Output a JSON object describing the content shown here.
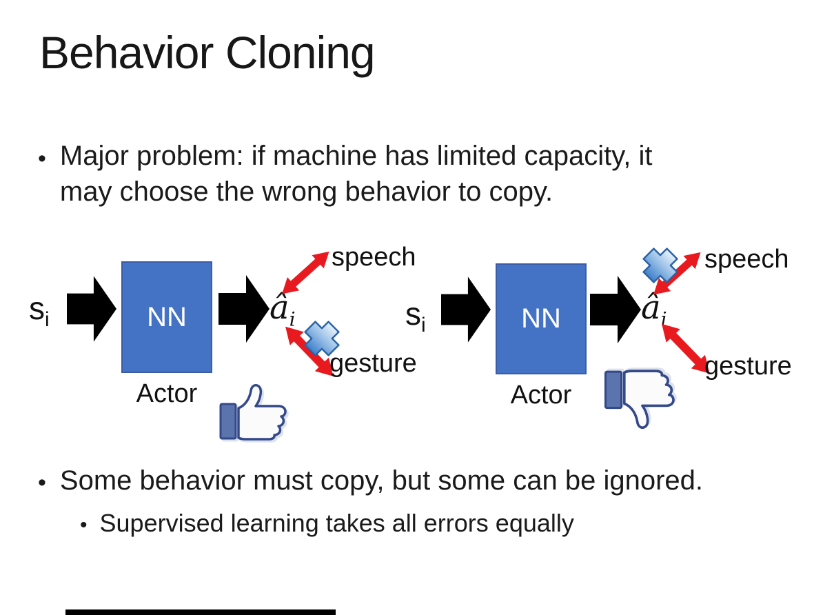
{
  "slide_title": "Behavior Cloning",
  "bullets": {
    "major_problem_line1": "Major problem: if machine has limited capacity, it",
    "major_problem_line2": "may choose the wrong behavior to copy.",
    "some_behavior": "Some behavior must copy, but some can be ignored.",
    "supervised": "Supervised learning takes all errors equally"
  },
  "diagram_left": {
    "state_label": "s",
    "state_subscript": "i",
    "nn_label": "NN",
    "action_label": "â",
    "action_subscript": "i",
    "actor_label": "Actor",
    "speech_label": "speech",
    "gesture_label": "gesture",
    "crossed_out_action": "gesture",
    "feedback_icon": "thumbs-up-icon"
  },
  "diagram_right": {
    "state_label": "s",
    "state_subscript": "i",
    "nn_label": "NN",
    "action_label": "â",
    "action_subscript": "i",
    "actor_label": "Actor",
    "speech_label": "speech",
    "gesture_label": "gesture",
    "crossed_out_action": "speech",
    "feedback_icon": "thumbs-down-icon"
  },
  "colors": {
    "nn_box_fill": "#4472C4",
    "nn_box_border": "#3B5CA8",
    "black_arrow": "#000000",
    "red_arrow": "#E8191F",
    "cross_blue_light": "#E8F2FB",
    "cross_blue_dark": "#3D7FCB",
    "thumb_outline_navy": "#34498A",
    "thumb_cuff_fill": "#5B74AE"
  }
}
